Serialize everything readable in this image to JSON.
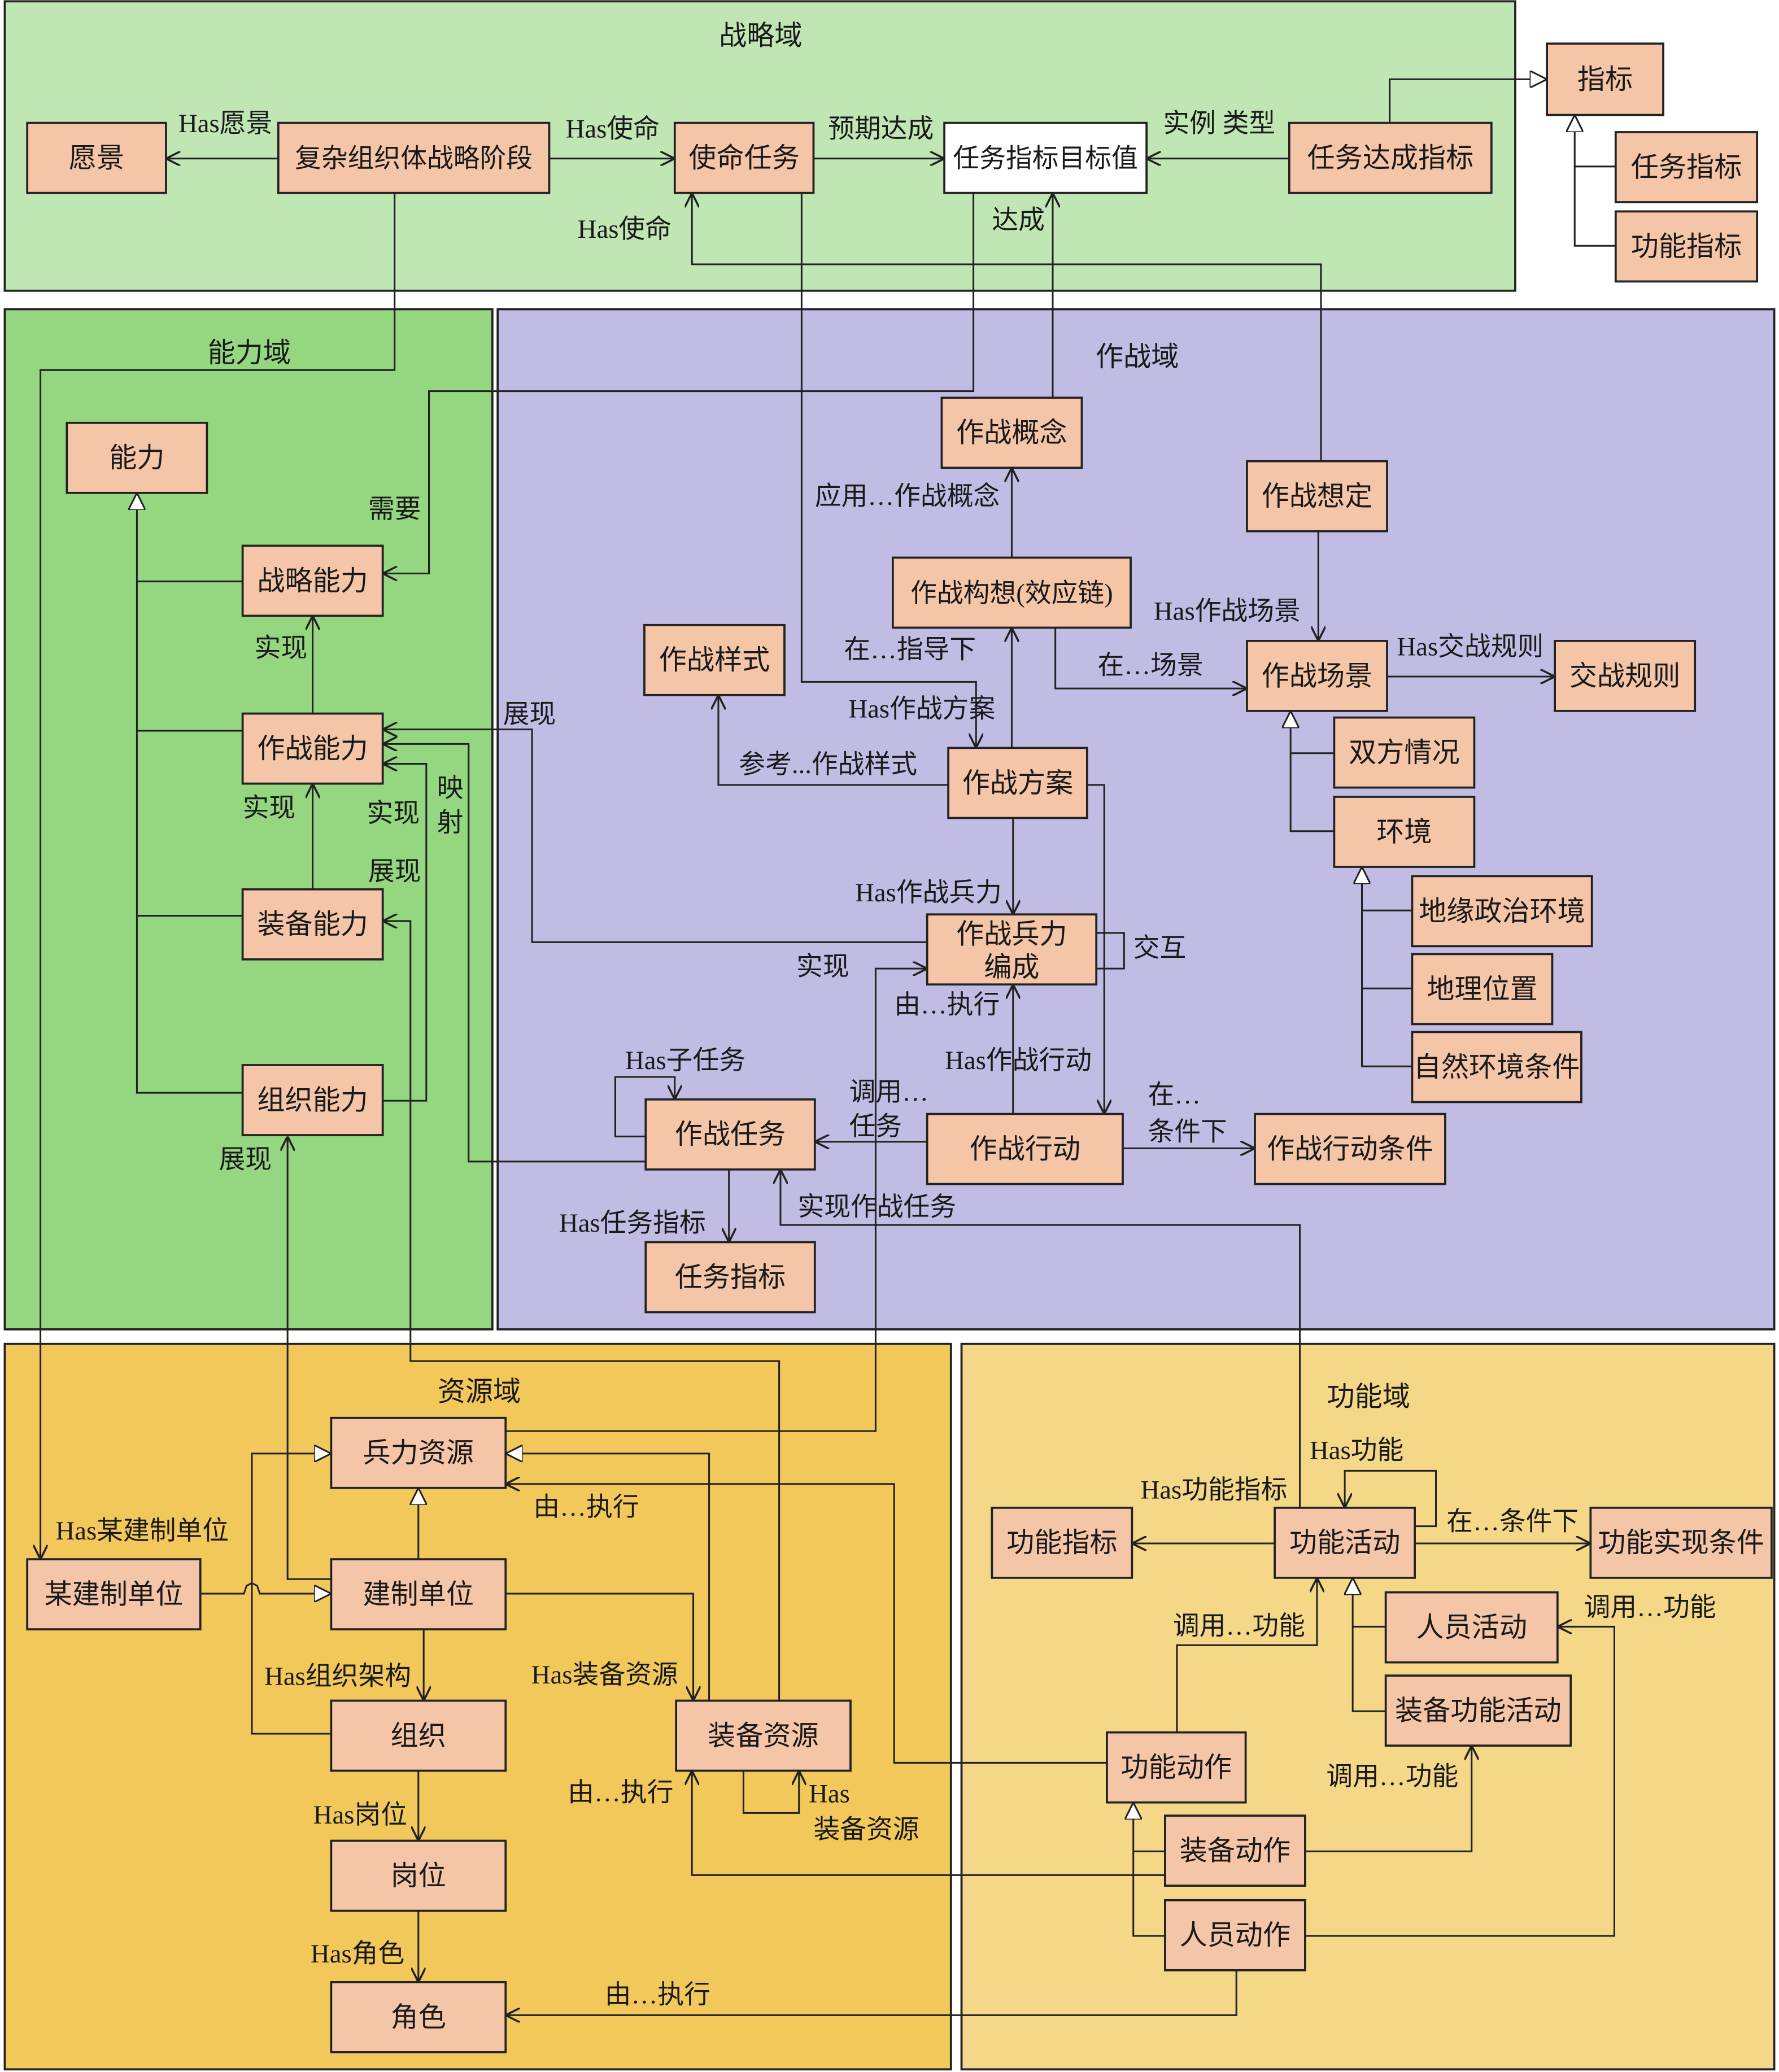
{
  "colors": {
    "strategy": "#c0e6b4",
    "capability": "#95d680",
    "operations": "#c0bce4",
    "resource": "#f2c85a",
    "function": "#f4d888",
    "node": "#f5c5a8"
  },
  "domains": {
    "strategy": "战略域",
    "capability": "能力域",
    "operations": "作战域",
    "resource": "资源域",
    "function": "功能域"
  },
  "nodes": {
    "vision": "愿景",
    "stage": "复杂组织体战略阶段",
    "mission": "使命任务",
    "target": "任务指标目标值",
    "achieve": "任务达成指标",
    "indicator": "指标",
    "task_ind_top": "任务指标",
    "func_ind_top": "功能指标",
    "ability": "能力",
    "strat_cap": "战略能力",
    "op_cap": "作战能力",
    "equip_cap": "装备能力",
    "org_cap": "组织能力",
    "concept": "作战概念",
    "assumption": "作战想定",
    "conception": "作战构想(效应链)",
    "style": "作战样式",
    "scenario": "作战场景",
    "rules": "交战规则",
    "both": "双方情况",
    "env": "环境",
    "plan": "作战方案",
    "geo": "地缘政治环境",
    "loc": "地理位置",
    "nature": "自然环境条件",
    "force_1": "作战兵力",
    "force_2": "编成",
    "optask": "作战任务",
    "action": "作战行动",
    "actcond": "作战行动条件",
    "taskind": "任务指标",
    "forceres": "兵力资源",
    "unit_some": "某建制单位",
    "unit": "建制单位",
    "org": "组织",
    "equipres": "装备资源",
    "post": "岗位",
    "role": "角色",
    "finds": "功能指标",
    "factivity": "功能活动",
    "fcond": "功能实现条件",
    "person_act": "人员活动",
    "equip_func": "装备功能活动",
    "faction": "功能动作",
    "equip_action": "装备动作",
    "person_action": "人员动作"
  },
  "edge_labels": {
    "has_vision": "Has愿景",
    "has_mission": "Has使命",
    "expect": "预期达成",
    "instance_type": "实例 类型",
    "has_mission2": "Has使命",
    "achieve": "达成",
    "need": "需要",
    "apply_concept": "应用…作战概念",
    "in_scene": "在…场景",
    "has_scene": "Has作战场景",
    "has_rules": "Has交战规则",
    "guided": "在…指导下",
    "has_plan": "Has作战方案",
    "ref_style": "参考...作战样式",
    "has_force": "Has作战兵力",
    "interact": "交互",
    "show1": "展现",
    "realize_force": "实现",
    "exec_force": "由…执行",
    "has_action": "Has作战行动",
    "map_1": "映",
    "map_2": "射",
    "has_subtask": "Has子任务",
    "call_task_1": "调用…",
    "call_task_2": "任务",
    "cond_1": "在…",
    "cond_2": "条件下",
    "has_taskind": "Has任务指标",
    "realize_optask": "实现作战任务",
    "realize_strat": "实现",
    "realize_equip": "实现",
    "realize_org": "实现",
    "show_equip": "展现",
    "show_org": "展现",
    "has_unit": "Has某建制单位",
    "has_orgarch": "Has组织架构",
    "has_post": "Has岗位",
    "has_role": "Has角色",
    "has_equipres": "Has装备资源",
    "exec_forceres": "由…执行",
    "exec_equipres": "由…执行",
    "exec_role": "由…执行",
    "self_equip_1": "Has",
    "self_equip_2": "装备资源",
    "has_fi": "Has功能指标",
    "has_func": "Has功能",
    "func_cond": "在…条件下",
    "call_func1": "调用…功能",
    "call_func2": "调用…功能",
    "call_func3": "调用…功能"
  }
}
